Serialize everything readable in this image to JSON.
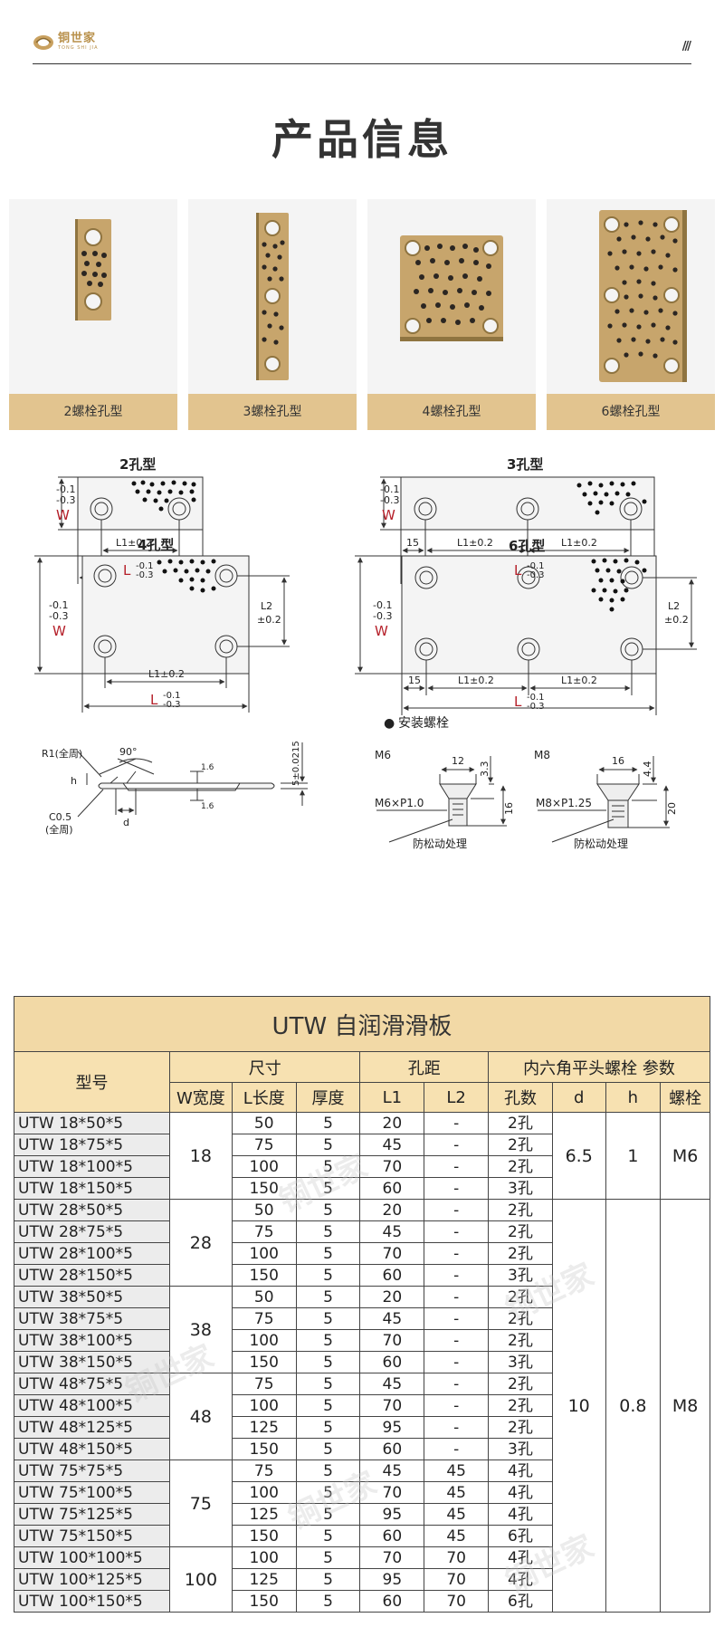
{
  "brand": {
    "name_cn": "铜世家",
    "name_en": "TONG SHI JIA"
  },
  "header": {
    "menu_glyph": "///"
  },
  "page_title": "产品信息",
  "products": [
    {
      "label": "2螺栓孔型"
    },
    {
      "label": "3螺栓孔型"
    },
    {
      "label": "4螺栓孔型"
    },
    {
      "label": "6螺栓孔型"
    }
  ],
  "drawings": {
    "d2": {
      "title": "2孔型",
      "tol": [
        "-0.1",
        "-0.3"
      ],
      "w": "W",
      "l1": "L1±0.2",
      "l": "L",
      "ltol": [
        "-0.1",
        "-0.3"
      ]
    },
    "d3": {
      "title": "3孔型",
      "tol": [
        "-0.1",
        "-0.3"
      ],
      "w": "W",
      "edge": "15",
      "l1a": "L1±0.2",
      "l1b": "L1±0.2",
      "l": "L",
      "ltol": [
        "-0.1",
        "-0.3"
      ]
    },
    "d4": {
      "title": "4孔型",
      "tol": [
        "-0.1",
        "-0.3"
      ],
      "w": "W",
      "l2": "L2",
      "l2tol": "±0.2",
      "l1": "L1±0.2",
      "l": "L",
      "ltol": [
        "-0.1",
        "-0.3"
      ]
    },
    "d6": {
      "title": "6孔型",
      "tol": [
        "-0.1",
        "-0.3"
      ],
      "w": "W",
      "l2": "L2",
      "l2tol": "±0.2",
      "edge": "15",
      "l1a": "L1±0.2",
      "l1b": "L1±0.2",
      "l": "L",
      "ltol": [
        "-0.1",
        "-0.3"
      ]
    },
    "section": {
      "r1": "R1(全周)",
      "angle": "90°",
      "h": "h",
      "c": "C0.5",
      "c_sub": "(全周)",
      "d": "d",
      "rough": "1.6",
      "thick": "5±0.0215"
    },
    "bolts": {
      "title": "安装螺栓",
      "m6": {
        "name": "M6",
        "width": "12",
        "head": "3.3",
        "len": "16",
        "thread": "M6×P1.0",
        "note": "防松动处理"
      },
      "m8": {
        "name": "M8",
        "width": "16",
        "head": "4.4",
        "len": "20",
        "thread": "M8×P1.25",
        "note": "防松动处理"
      }
    }
  },
  "table": {
    "title": "UTW  自润滑滑板",
    "header1": {
      "model": "型号",
      "size": "尺寸",
      "pitch": "孔距",
      "bolt": "内六角平头螺栓  参数"
    },
    "header2": {
      "w": "W宽度",
      "l": "L长度",
      "t": "厚度",
      "l1": "L1",
      "l2": "L2",
      "holes": "孔数",
      "d": "d",
      "h": "h",
      "bolt": "螺栓"
    },
    "groups": [
      {
        "w": "18",
        "rows": [
          [
            "UTW 18*50*5",
            "50",
            "5",
            "20",
            "-",
            "2孔"
          ],
          [
            "UTW 18*75*5",
            "75",
            "5",
            "45",
            "-",
            "2孔"
          ],
          [
            "UTW 18*100*5",
            "100",
            "5",
            "70",
            "-",
            "2孔"
          ],
          [
            "UTW 18*150*5",
            "150",
            "5",
            "60",
            "-",
            "3孔"
          ]
        ]
      },
      {
        "w": "28",
        "rows": [
          [
            "UTW 28*50*5",
            "50",
            "5",
            "20",
            "-",
            "2孔"
          ],
          [
            "UTW 28*75*5",
            "75",
            "5",
            "45",
            "-",
            "2孔"
          ],
          [
            "UTW 28*100*5",
            "100",
            "5",
            "70",
            "-",
            "2孔"
          ],
          [
            "UTW 28*150*5",
            "150",
            "5",
            "60",
            "-",
            "3孔"
          ]
        ]
      },
      {
        "w": "38",
        "rows": [
          [
            "UTW 38*50*5",
            "50",
            "5",
            "20",
            "-",
            "2孔"
          ],
          [
            "UTW 38*75*5",
            "75",
            "5",
            "45",
            "-",
            "2孔"
          ],
          [
            "UTW 38*100*5",
            "100",
            "5",
            "70",
            "-",
            "2孔"
          ],
          [
            "UTW 38*150*5",
            "150",
            "5",
            "60",
            "-",
            "3孔"
          ]
        ]
      },
      {
        "w": "48",
        "rows": [
          [
            "UTW 48*75*5",
            "75",
            "5",
            "45",
            "-",
            "2孔"
          ],
          [
            "UTW 48*100*5",
            "100",
            "5",
            "70",
            "-",
            "2孔"
          ],
          [
            "UTW 48*125*5",
            "125",
            "5",
            "95",
            "-",
            "2孔"
          ],
          [
            "UTW 48*150*5",
            "150",
            "5",
            "60",
            "-",
            "3孔"
          ]
        ]
      },
      {
        "w": "75",
        "rows": [
          [
            "UTW 75*75*5",
            "75",
            "5",
            "45",
            "45",
            "4孔"
          ],
          [
            "UTW 75*100*5",
            "100",
            "5",
            "70",
            "45",
            "4孔"
          ],
          [
            "UTW 75*125*5",
            "125",
            "5",
            "95",
            "45",
            "4孔"
          ],
          [
            "UTW 75*150*5",
            "150",
            "5",
            "60",
            "45",
            "6孔"
          ]
        ]
      },
      {
        "w": "100",
        "rows": [
          [
            "UTW 100*100*5",
            "100",
            "5",
            "70",
            "70",
            "4孔"
          ],
          [
            "UTW 100*125*5",
            "125",
            "5",
            "95",
            "70",
            "4孔"
          ],
          [
            "UTW 100*150*5",
            "150",
            "5",
            "60",
            "70",
            "6孔"
          ]
        ]
      }
    ],
    "spec_groups": [
      {
        "d": "6.5",
        "h": "1",
        "bolt": "M6"
      },
      {
        "d": "10",
        "h": "0.8",
        "bolt": "M8"
      }
    ]
  }
}
